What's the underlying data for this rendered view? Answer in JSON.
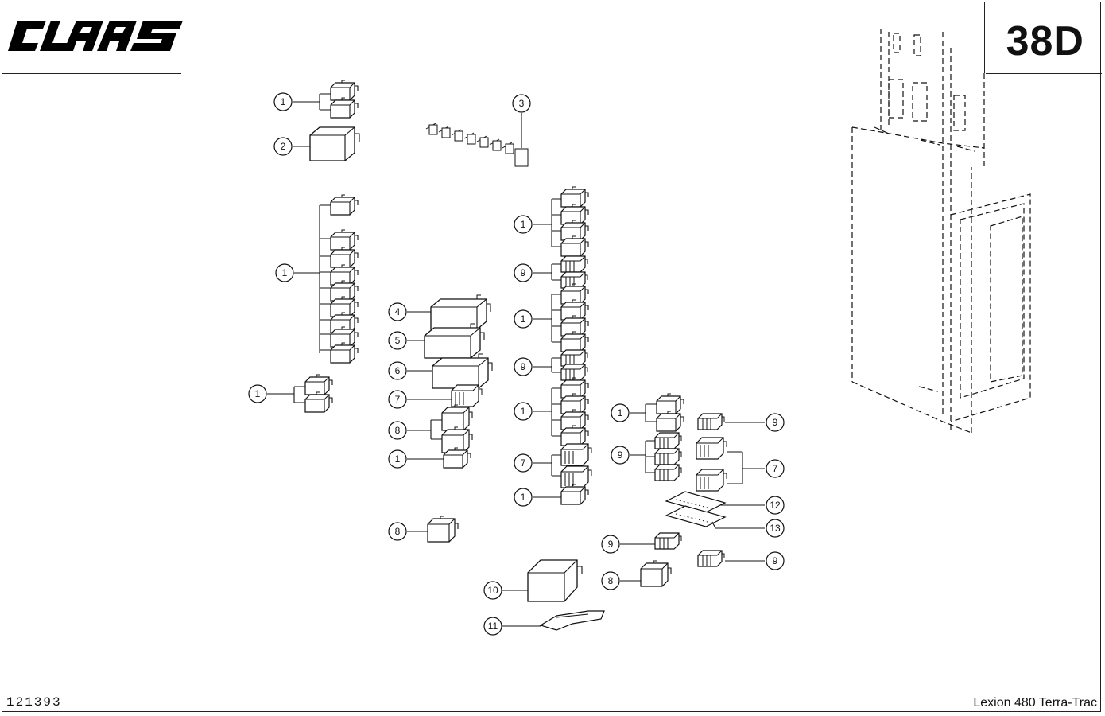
{
  "brand": {
    "logo_text": "CLAAS",
    "logo_icon": "claas-wordmark"
  },
  "header": {
    "page_code": "38D"
  },
  "footer": {
    "drawing_number": "121393",
    "model": "Lexion 480 Terra-Trac"
  },
  "callouts": [
    {
      "id": "c1a",
      "label": "1"
    },
    {
      "id": "c2",
      "label": "2"
    },
    {
      "id": "c3",
      "label": "3"
    },
    {
      "id": "c1b",
      "label": "1"
    },
    {
      "id": "c1c",
      "label": "1"
    },
    {
      "id": "c4",
      "label": "4"
    },
    {
      "id": "c5",
      "label": "5"
    },
    {
      "id": "c6",
      "label": "6"
    },
    {
      "id": "c7a",
      "label": "7"
    },
    {
      "id": "c8a",
      "label": "8"
    },
    {
      "id": "c1d",
      "label": "1"
    },
    {
      "id": "c8b",
      "label": "8"
    },
    {
      "id": "c1e",
      "label": "1"
    },
    {
      "id": "c9a",
      "label": "9"
    },
    {
      "id": "c1f",
      "label": "1"
    },
    {
      "id": "c9b",
      "label": "9"
    },
    {
      "id": "c1g",
      "label": "1"
    },
    {
      "id": "c7b",
      "label": "7"
    },
    {
      "id": "c1h",
      "label": "1"
    },
    {
      "id": "c1i",
      "label": "1"
    },
    {
      "id": "c9c",
      "label": "9"
    },
    {
      "id": "c9d",
      "label": "9"
    },
    {
      "id": "c7c",
      "label": "7"
    },
    {
      "id": "c12",
      "label": "12"
    },
    {
      "id": "c13",
      "label": "13"
    },
    {
      "id": "c9e",
      "label": "9"
    },
    {
      "id": "c9f",
      "label": "9"
    },
    {
      "id": "c8c",
      "label": "8"
    },
    {
      "id": "c10",
      "label": "10"
    },
    {
      "id": "c11",
      "label": "11"
    }
  ]
}
